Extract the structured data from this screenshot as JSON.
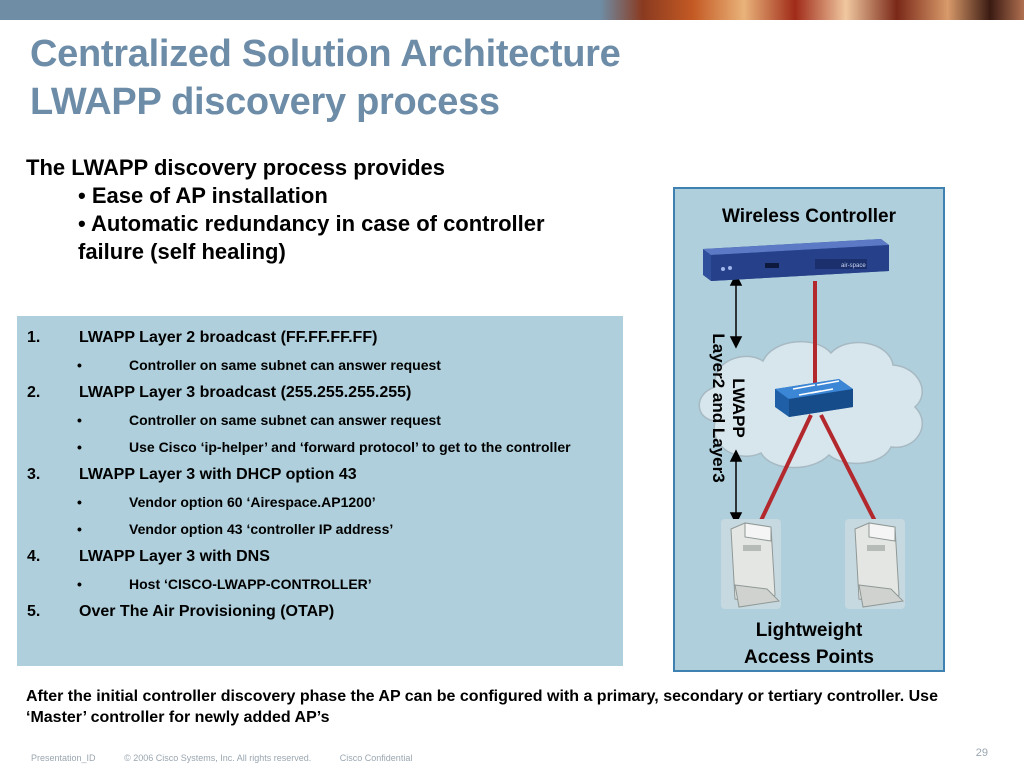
{
  "title": {
    "line1": "Centralized Solution Architecture",
    "line2": "LWAPP discovery process"
  },
  "intro": {
    "lead": "The LWAPP discovery process provides",
    "bullet1": "• Ease of AP installation",
    "bullet2_a": "• Automatic redundancy in case of controller",
    "bullet2_b": "failure (self healing)"
  },
  "steps": [
    {
      "num": "1.",
      "text": "LWAPP Layer 2 broadcast (FF.FF.FF.FF)",
      "subs": [
        "Controller on same subnet can answer request"
      ]
    },
    {
      "num": "2.",
      "text": "LWAPP Layer 3 broadcast (255.255.255.255)",
      "subs": [
        "Controller on same subnet can answer request",
        "Use Cisco ‘ip-helper’ and ‘forward protocol’ to get to the controller"
      ]
    },
    {
      "num": "3.",
      "text": "LWAPP Layer 3 with DHCP option 43",
      "subs": [
        "Vendor option 60 ‘Airespace.AP1200’",
        "Vendor option 43 ‘controller IP address’"
      ]
    },
    {
      "num": "4.",
      "text": "LWAPP Layer 3 with DNS",
      "subs": [
        "Host ‘CISCO-LWAPP-CONTROLLER’"
      ]
    },
    {
      "num": "5.",
      "text": "Over The Air Provisioning (OTAP)",
      "subs": []
    }
  ],
  "bullet_char": "•",
  "diagram": {
    "controller_label": "Wireless Controller",
    "vertical_label_1": "LWAPP",
    "vertical_label_2": "Layer2 and Layer3",
    "ap_label_1": "Lightweight",
    "ap_label_2": "Access Points",
    "controller_brand": "air-space"
  },
  "footer": "After the initial controller discovery phase the AP can be configured with a primary, secondary or tertiary controller. Use ‘Master’ controller for newly added AP’s",
  "legal": {
    "presentation_id": "Presentation_ID",
    "copyright": "© 2006 Cisco Systems, Inc. All rights reserved.",
    "confidential": "Cisco Confidential"
  },
  "page_number": "29",
  "colors": {
    "title": "#6d8ca7",
    "panel": "#aecfdb",
    "border": "#3f82b2",
    "link": "#b3282d"
  }
}
